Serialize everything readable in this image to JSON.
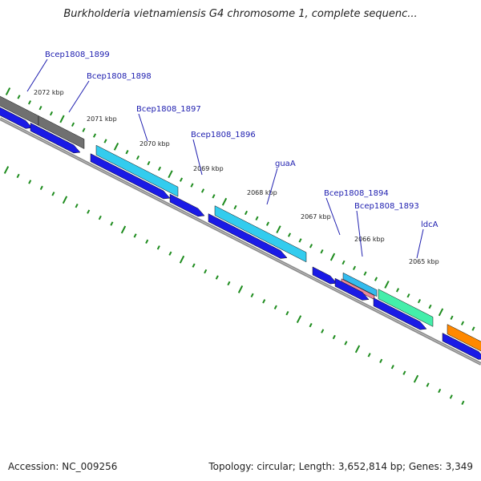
{
  "title": "Burkholderia vietnamiensis G4 chromosome 1, complete sequenc...",
  "footer": {
    "accession": "Accession: NC_009256",
    "summary": "Topology: circular; Length: 3,652,814 bp; Genes: 3,349"
  },
  "colors": {
    "backbone": "#8a8a8a",
    "cds_arrow": "#1a1ae6",
    "tick": "#1e8c1e",
    "label_line": "#2020b0",
    "gene_gray": "#707070",
    "gene_cyan": "#33ccee",
    "gene_lightblue": "#33bbee",
    "gene_pink": "#ee8899",
    "gene_green": "#44eeaa",
    "gene_orange": "#ff8800"
  },
  "kbp_ticks": [
    "2072 kbp",
    "2071 kbp",
    "2070 kbp",
    "2069 kbp",
    "2068 kbp",
    "2067 kbp",
    "2066 kbp",
    "2065 kbp"
  ],
  "gene_labels": [
    "Bcep1808_1899",
    "Bcep1808_1898",
    "Bcep1808_1897",
    "Bcep1808_1896",
    "guaA",
    "Bcep1808_1894",
    "Bcep1808_1893",
    "ldcA"
  ]
}
